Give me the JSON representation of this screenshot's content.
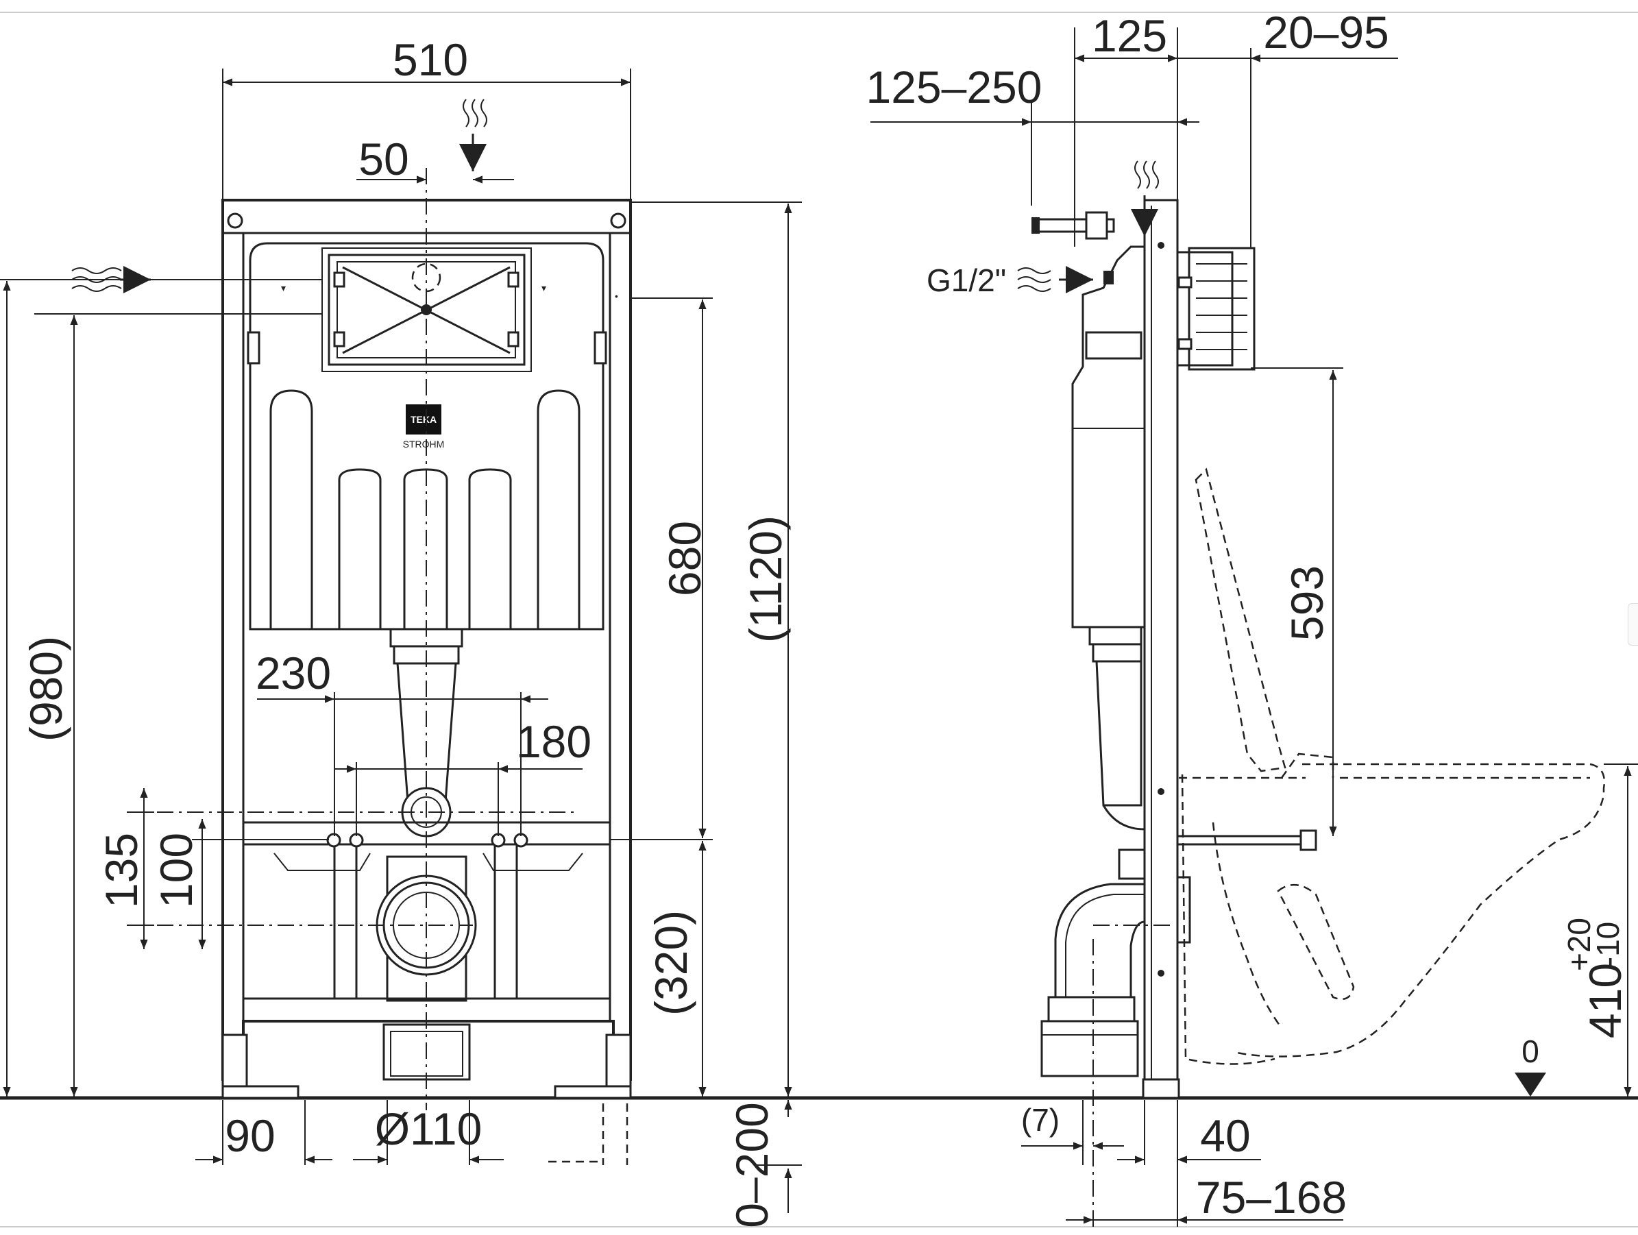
{
  "front_view": {
    "dims": {
      "width_total": "510",
      "offset_top": "50",
      "height_980": "(980)",
      "height_680": "680",
      "height_1120": "(1120)",
      "spacing_230": "230",
      "spacing_180": "180",
      "height_135": "135",
      "height_100": "100",
      "height_320": "(320)",
      "foot_90": "90",
      "diameter_110": "Ø110",
      "leg_0_200": "0–200"
    },
    "brand": {
      "logo_text": "TEKA",
      "sub_text": "STROHM"
    }
  },
  "side_view": {
    "dims": {
      "depth_125": "125",
      "depth_20_95": "20–95",
      "depth_125_250": "125–250",
      "inlet_thread": "G1/2\"",
      "height_593": "593",
      "height_410": "410",
      "tolerance_plus": "+20",
      "tolerance_minus": "-10",
      "floor_zero": "0",
      "gap_7": "(7)",
      "depth_40": "40",
      "depth_75_168": "75–168"
    }
  },
  "colors": {
    "line": "#222222",
    "background": "#ffffff"
  }
}
